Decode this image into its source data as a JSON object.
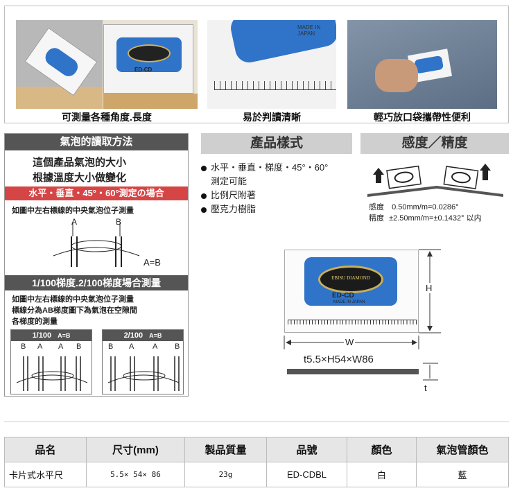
{
  "features": {
    "caption_1": "可測量各種角度.長度",
    "caption_2": "易於判讀清晰",
    "caption_3": "輕巧放口袋攜帶性便利"
  },
  "product_label": {
    "brand": "EBISU DIAMOND",
    "model": "ED-CD",
    "made_in": "MADE IN JAPAN"
  },
  "bubble_guide": {
    "title": "氣泡的讀取方法",
    "intro_line_1": "這個產品氣泡的大小",
    "intro_line_2": "根據溫度大小做變化",
    "sub_title_1": "水平・垂直・45°・60°測定の場合",
    "desc_1": "如圖中左右標線的中央氣泡位子測量",
    "label_a": "A",
    "label_b": "B",
    "equation": "A=B",
    "sub_title_2": "1/100梯度.2/100梯度場合測量",
    "desc_2_line_1": "如圖中左右標線的中央氣泡位子測量",
    "desc_2_line_2": "標線分為AB梯度圖下為氣泡在空隙間",
    "desc_2_line_3": "各梯度的測量",
    "box_1_title": "1/100",
    "box_1_eq": "A=B",
    "box_2_title": "2/100",
    "box_2_eq": "A=B",
    "b_label": "B",
    "a_label": "A"
  },
  "spec": {
    "title": "產品樣式",
    "items": [
      "水平・垂直・梯度・45°・60°",
      "測定可能",
      "比例尺附著",
      "壓克力樹脂"
    ]
  },
  "accuracy": {
    "title": "感度／精度",
    "sensitivity_label": "感度",
    "sensitivity_value": "0.50mm/m=0.0286°",
    "precision_label": "精度",
    "precision_value": "±2.50mm/m=±0.1432° 以内"
  },
  "dimensions": {
    "h_label": "H",
    "w_label": "W",
    "t_label": "t",
    "summary": "t5.5×H54×W86"
  },
  "table": {
    "headers": [
      "品名",
      "尺寸(mm)",
      "製品質量",
      "品號",
      "顏色",
      "氣泡管顏色"
    ],
    "row": [
      "卡片式水平尺",
      "5.5× 54× 86",
      "23g",
      "ED-CDBL",
      "白",
      "藍"
    ]
  },
  "colors": {
    "dark_header": "#555555",
    "red_header": "#d64545",
    "gray_header": "#cfcfcf",
    "level_blue": "#2f74c8",
    "highlight_red": "#e32020"
  }
}
